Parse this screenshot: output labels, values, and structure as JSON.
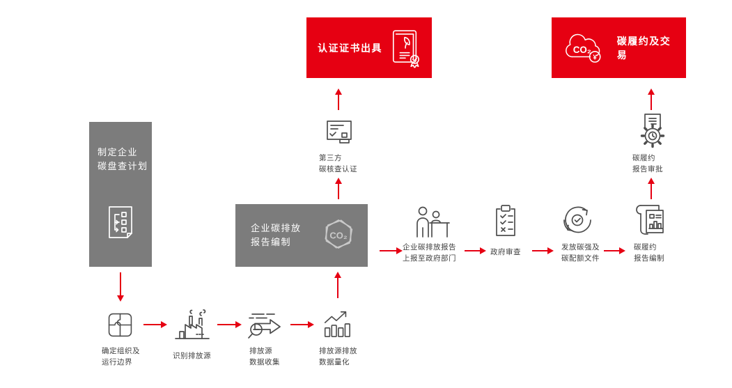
{
  "diagram": {
    "boxes": {
      "cert": {
        "label": "认证证书出具",
        "icon": "certificate-ribbon-icon",
        "bg": "#e60012"
      },
      "trade": {
        "label": "碳履约及交易",
        "icon": "co2-cloud-yen-icon",
        "bg": "#e60012",
        "co2_text": "CO₂",
        "yen_text": "¥"
      },
      "plan": {
        "label": "制定企业\n碳盘查计划",
        "icon": "plan-document-icon",
        "bg": "#7c7c7c"
      },
      "report": {
        "label": "企业碳排放\n报告编制",
        "icon": "co2-hexagon-icon",
        "bg": "#7c7c7c",
        "co2_text": "CO₂"
      }
    },
    "steps": {
      "third_party": {
        "label": "第三方\n碳核查认证",
        "icon": "stamp-certify-icon"
      },
      "boundary": {
        "label": "确定组织及\n运行边界",
        "icon": "puzzle-icon"
      },
      "identify": {
        "label": "识别排放源",
        "icon": "factory-icon"
      },
      "collect": {
        "label": "排放源\n数据收集",
        "icon": "magnifier-arrow-icon"
      },
      "quantify": {
        "label": "排放源排放\n数据量化",
        "icon": "bar-chart-up-icon"
      },
      "submit": {
        "label": "企业碳排放报告\n上报至政府部门",
        "icon": "people-counter-icon"
      },
      "review": {
        "label": "政府审查",
        "icon": "checklist-clipboard-icon"
      },
      "issue": {
        "label": "发放碳强及\n碳配额文件",
        "icon": "cycle-check-icon"
      },
      "compile": {
        "label": "碳履约\n报告编制",
        "icon": "report-documents-icon"
      },
      "approve": {
        "label": "碳履约\n报告审批",
        "icon": "gear-document-icon"
      }
    },
    "colors": {
      "accent_red": "#e60012",
      "box_gray": "#7c7c7c",
      "icon_stroke": "#4d4d4d",
      "label_text": "#3f3f3f"
    }
  }
}
